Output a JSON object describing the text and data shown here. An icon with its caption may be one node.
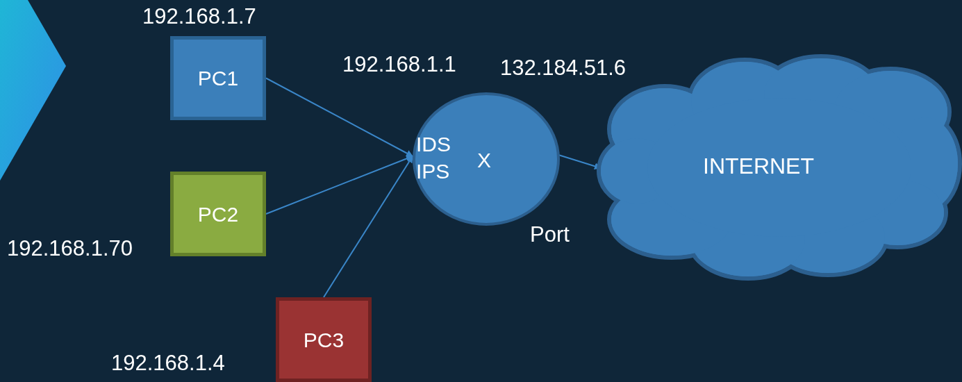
{
  "diagram": {
    "nodes": [
      {
        "text": [
          "PC1"
        ],
        "beside": [
          "192.168.1.7"
        ]
      },
      {
        "text": [
          "PC2"
        ],
        "beside": [
          "192.168.1.70"
        ]
      },
      {
        "text": [
          "PC3"
        ],
        "beside": [
          "192.168.1.4"
        ]
      },
      {
        "text": [
          "IDS IPS",
          "X"
        ],
        "beside": [
          "192.168.1.1",
          "Port"
        ]
      },
      {
        "text": [
          "INTERNET"
        ]
      }
    ],
    "edges": [
      {
        "from": 0,
        "to": 3,
        "arrow": "to"
      },
      {
        "from": 1,
        "to": 3,
        "arrow": "to"
      },
      {
        "from": 2,
        "to": 3,
        "arrow": "to"
      },
      {
        "from": 3,
        "to": 4,
        "arrow": "to"
      }
    ],
    "labels": [
      "132.184.51.6"
    ]
  }
}
